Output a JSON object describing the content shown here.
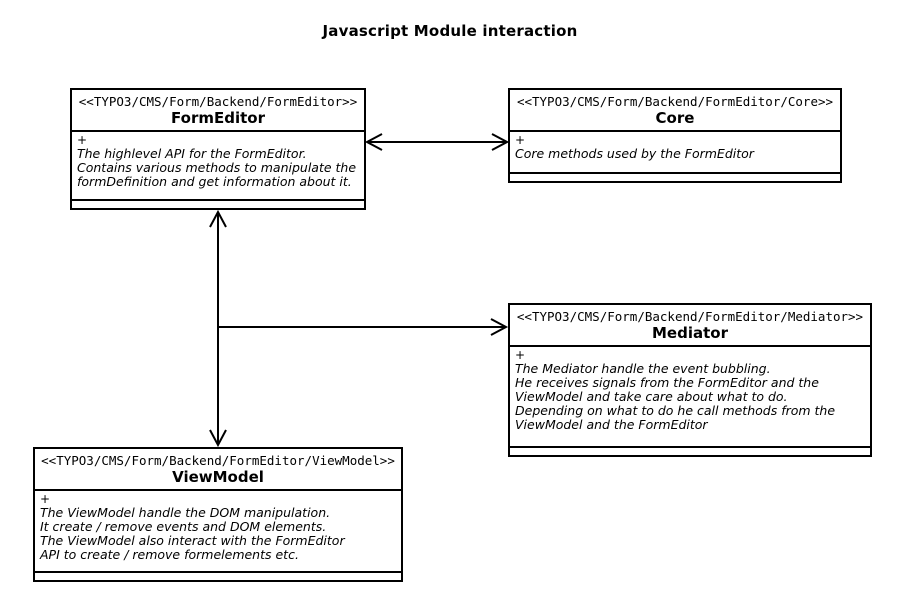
{
  "title": "Javascript Module interaction",
  "colors": {
    "line": "#000000",
    "background": "#ffffff",
    "text": "#000000"
  },
  "classes": [
    {
      "id": "formeditor",
      "stereotype": "<<TYPO3/CMS/Form/Backend/FormEditor>>",
      "name": "FormEditor",
      "visibility": "+",
      "description": [
        "The highlevel API for the FormEditor.",
        "Contains various methods to manipulate the",
        "formDefinition and get information about it."
      ]
    },
    {
      "id": "core",
      "stereotype": "<<TYPO3/CMS/Form/Backend/FormEditor/Core>>",
      "name": "Core",
      "visibility": "+",
      "description": [
        "Core methods used by the FormEditor"
      ]
    },
    {
      "id": "mediator",
      "stereotype": "<<TYPO3/CMS/Form/Backend/FormEditor/Mediator>>",
      "name": "Mediator",
      "visibility": "+",
      "description": [
        "The Mediator handle the event bubbling.",
        "He receives signals from the FormEditor and the",
        "ViewModel and take care about what to do.",
        "Depending on what to do he call methods from the",
        "ViewModel and the FormEditor"
      ]
    },
    {
      "id": "viewmodel",
      "stereotype": "<<TYPO3/CMS/Form/Backend/FormEditor/ViewModel>>",
      "name": "ViewModel",
      "visibility": "+",
      "description": [
        "The ViewModel handle the DOM manipulation.",
        "It create / remove events and DOM elements.",
        "The ViewModel also interact with the FormEditor",
        "API to create / remove formelements etc."
      ]
    }
  ],
  "connectors": [
    {
      "from": "FormEditor",
      "to": "Core",
      "style": "double-headed-arrow"
    },
    {
      "from": "FormEditor",
      "to": "ViewModel",
      "style": "double-headed-arrow"
    },
    {
      "from": "FormEditor-ViewModel-line",
      "to": "Mediator",
      "style": "single-headed-arrow"
    }
  ]
}
